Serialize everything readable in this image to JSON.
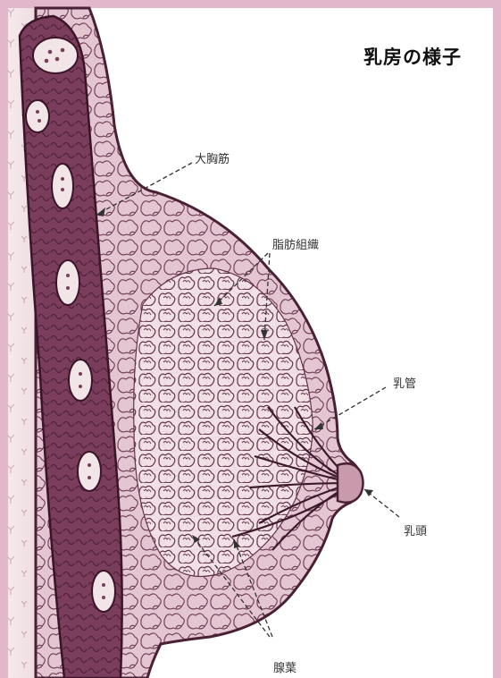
{
  "title": "乳房の様子",
  "labels": {
    "pectoralis_major": "大胸筋",
    "fat_tissue": "脂肪組織",
    "milk_duct": "乳管",
    "nipple": "乳頭",
    "lobe": "腺葉"
  },
  "colors": {
    "frame": "#e2b7cc",
    "muscle": "#6e3553",
    "breast_fill": "#d9b6c6",
    "skin_outline": "#4a2035",
    "chest_wall": "#f0e1e4",
    "leader": "#333333"
  }
}
